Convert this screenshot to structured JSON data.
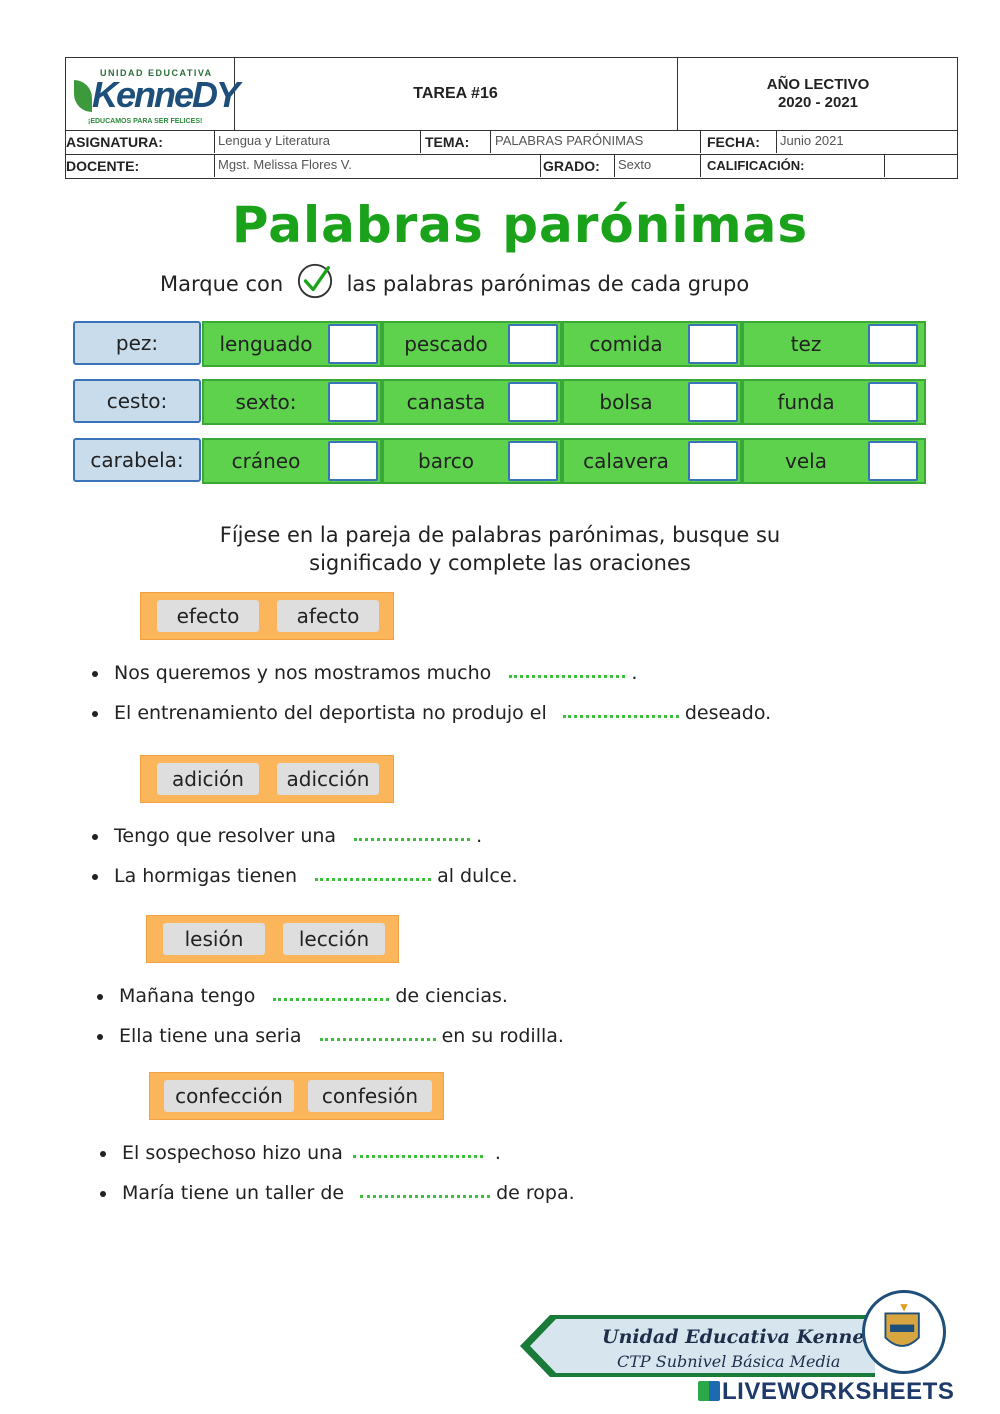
{
  "header": {
    "logo_top": "UNIDAD EDUCATIVA",
    "logo_word": "KenneDY",
    "logo_sub": "¡EDUCAMOS PARA SER FELICES!",
    "tarea": "TAREA #16",
    "year_label": "AÑO LECTIVO",
    "year_value": "2020 - 2021",
    "asignatura_label": "ASIGNATURA:",
    "asignatura_value": "Lengua y Literatura",
    "tema_label": "TEMA:",
    "tema_value": "PALABRAS PARÓNIMAS",
    "fecha_label": "FECHA:",
    "fecha_value": "Junio 2021",
    "docente_label": "DOCENTE:",
    "docente_value": "Mgst. Melissa Flores V.",
    "grado_label": "GRADO:",
    "grado_value": "Sexto",
    "calificacion_label": "CALIFICACIÓN:"
  },
  "title": "Palabras parónimas",
  "instruction1_before": "Marque con",
  "instruction1_after": "las palabras parónimas de cada grupo",
  "groups": [
    {
      "key": "pez:",
      "options": [
        "lenguado",
        "pescado",
        "comida",
        "tez"
      ]
    },
    {
      "key": "cesto:",
      "options": [
        "sexto:",
        "canasta",
        "bolsa",
        "funda"
      ]
    },
    {
      "key": "carabela:",
      "options": [
        "cráneo",
        "barco",
        "calavera",
        "vela"
      ]
    }
  ],
  "instruction2_line1": "Fíjese en la pareja de palabras parónimas, busque su",
  "instruction2_line2": "significado y complete las oraciones",
  "pairs": [
    {
      "words": [
        "efecto",
        "afecto"
      ],
      "sentences": [
        {
          "before": "Nos queremos y nos mostramos mucho",
          "after": "."
        },
        {
          "before": "El entrenamiento del deportista no produjo el",
          "after": "deseado."
        }
      ]
    },
    {
      "words": [
        "adición",
        "adicción"
      ],
      "sentences": [
        {
          "before": "Tengo que resolver una",
          "after": "."
        },
        {
          "before": "La hormigas tienen",
          "after": "al dulce."
        }
      ]
    },
    {
      "words": [
        "lesión",
        "lección"
      ],
      "sentences": [
        {
          "before": "Mañana tengo",
          "after": "de ciencias."
        },
        {
          "before": "Ella tiene una seria",
          "after": "en su rodilla."
        }
      ]
    },
    {
      "words": [
        "confección",
        "confesión"
      ],
      "sentences": [
        {
          "before": "El sospechoso hizo una",
          "after": "."
        },
        {
          "before": "María tiene un taller de",
          "after": "de ropa."
        }
      ]
    }
  ],
  "footer": {
    "banner_line1": "Unidad Educativa Kennedy",
    "banner_line2": "CTP Subnivel Básica Media",
    "watermark": "LIVEWORKSHEETS"
  },
  "colors": {
    "title": "#1aa31a",
    "option_bg": "#5fd24d",
    "key_bg": "#c9dcec",
    "pair_bg": "#fbb65c"
  }
}
